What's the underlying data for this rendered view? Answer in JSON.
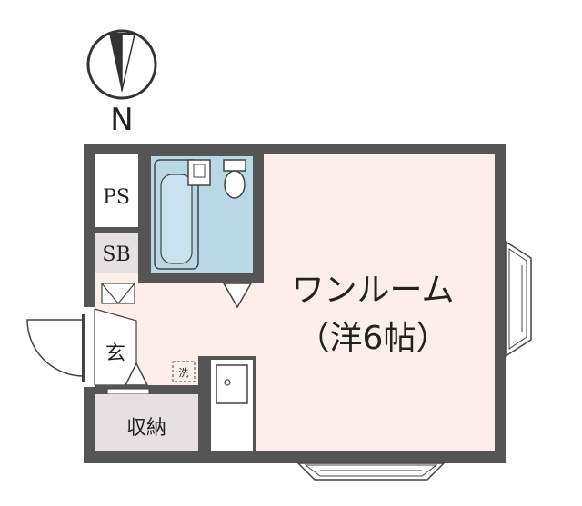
{
  "compass": {
    "label": "N"
  },
  "rooms": {
    "main_label": "ワンルーム",
    "main_size": "（洋6帖）",
    "ps": "PS",
    "sb": "SB",
    "entrance": "玄",
    "storage": "収納",
    "laundry": "洗"
  },
  "colors": {
    "wall": "#555555",
    "room_fill": "#fcefea",
    "bath_fill": "#b9d8e6",
    "storage_fill": "#e6e0e2",
    "white": "#ffffff"
  }
}
